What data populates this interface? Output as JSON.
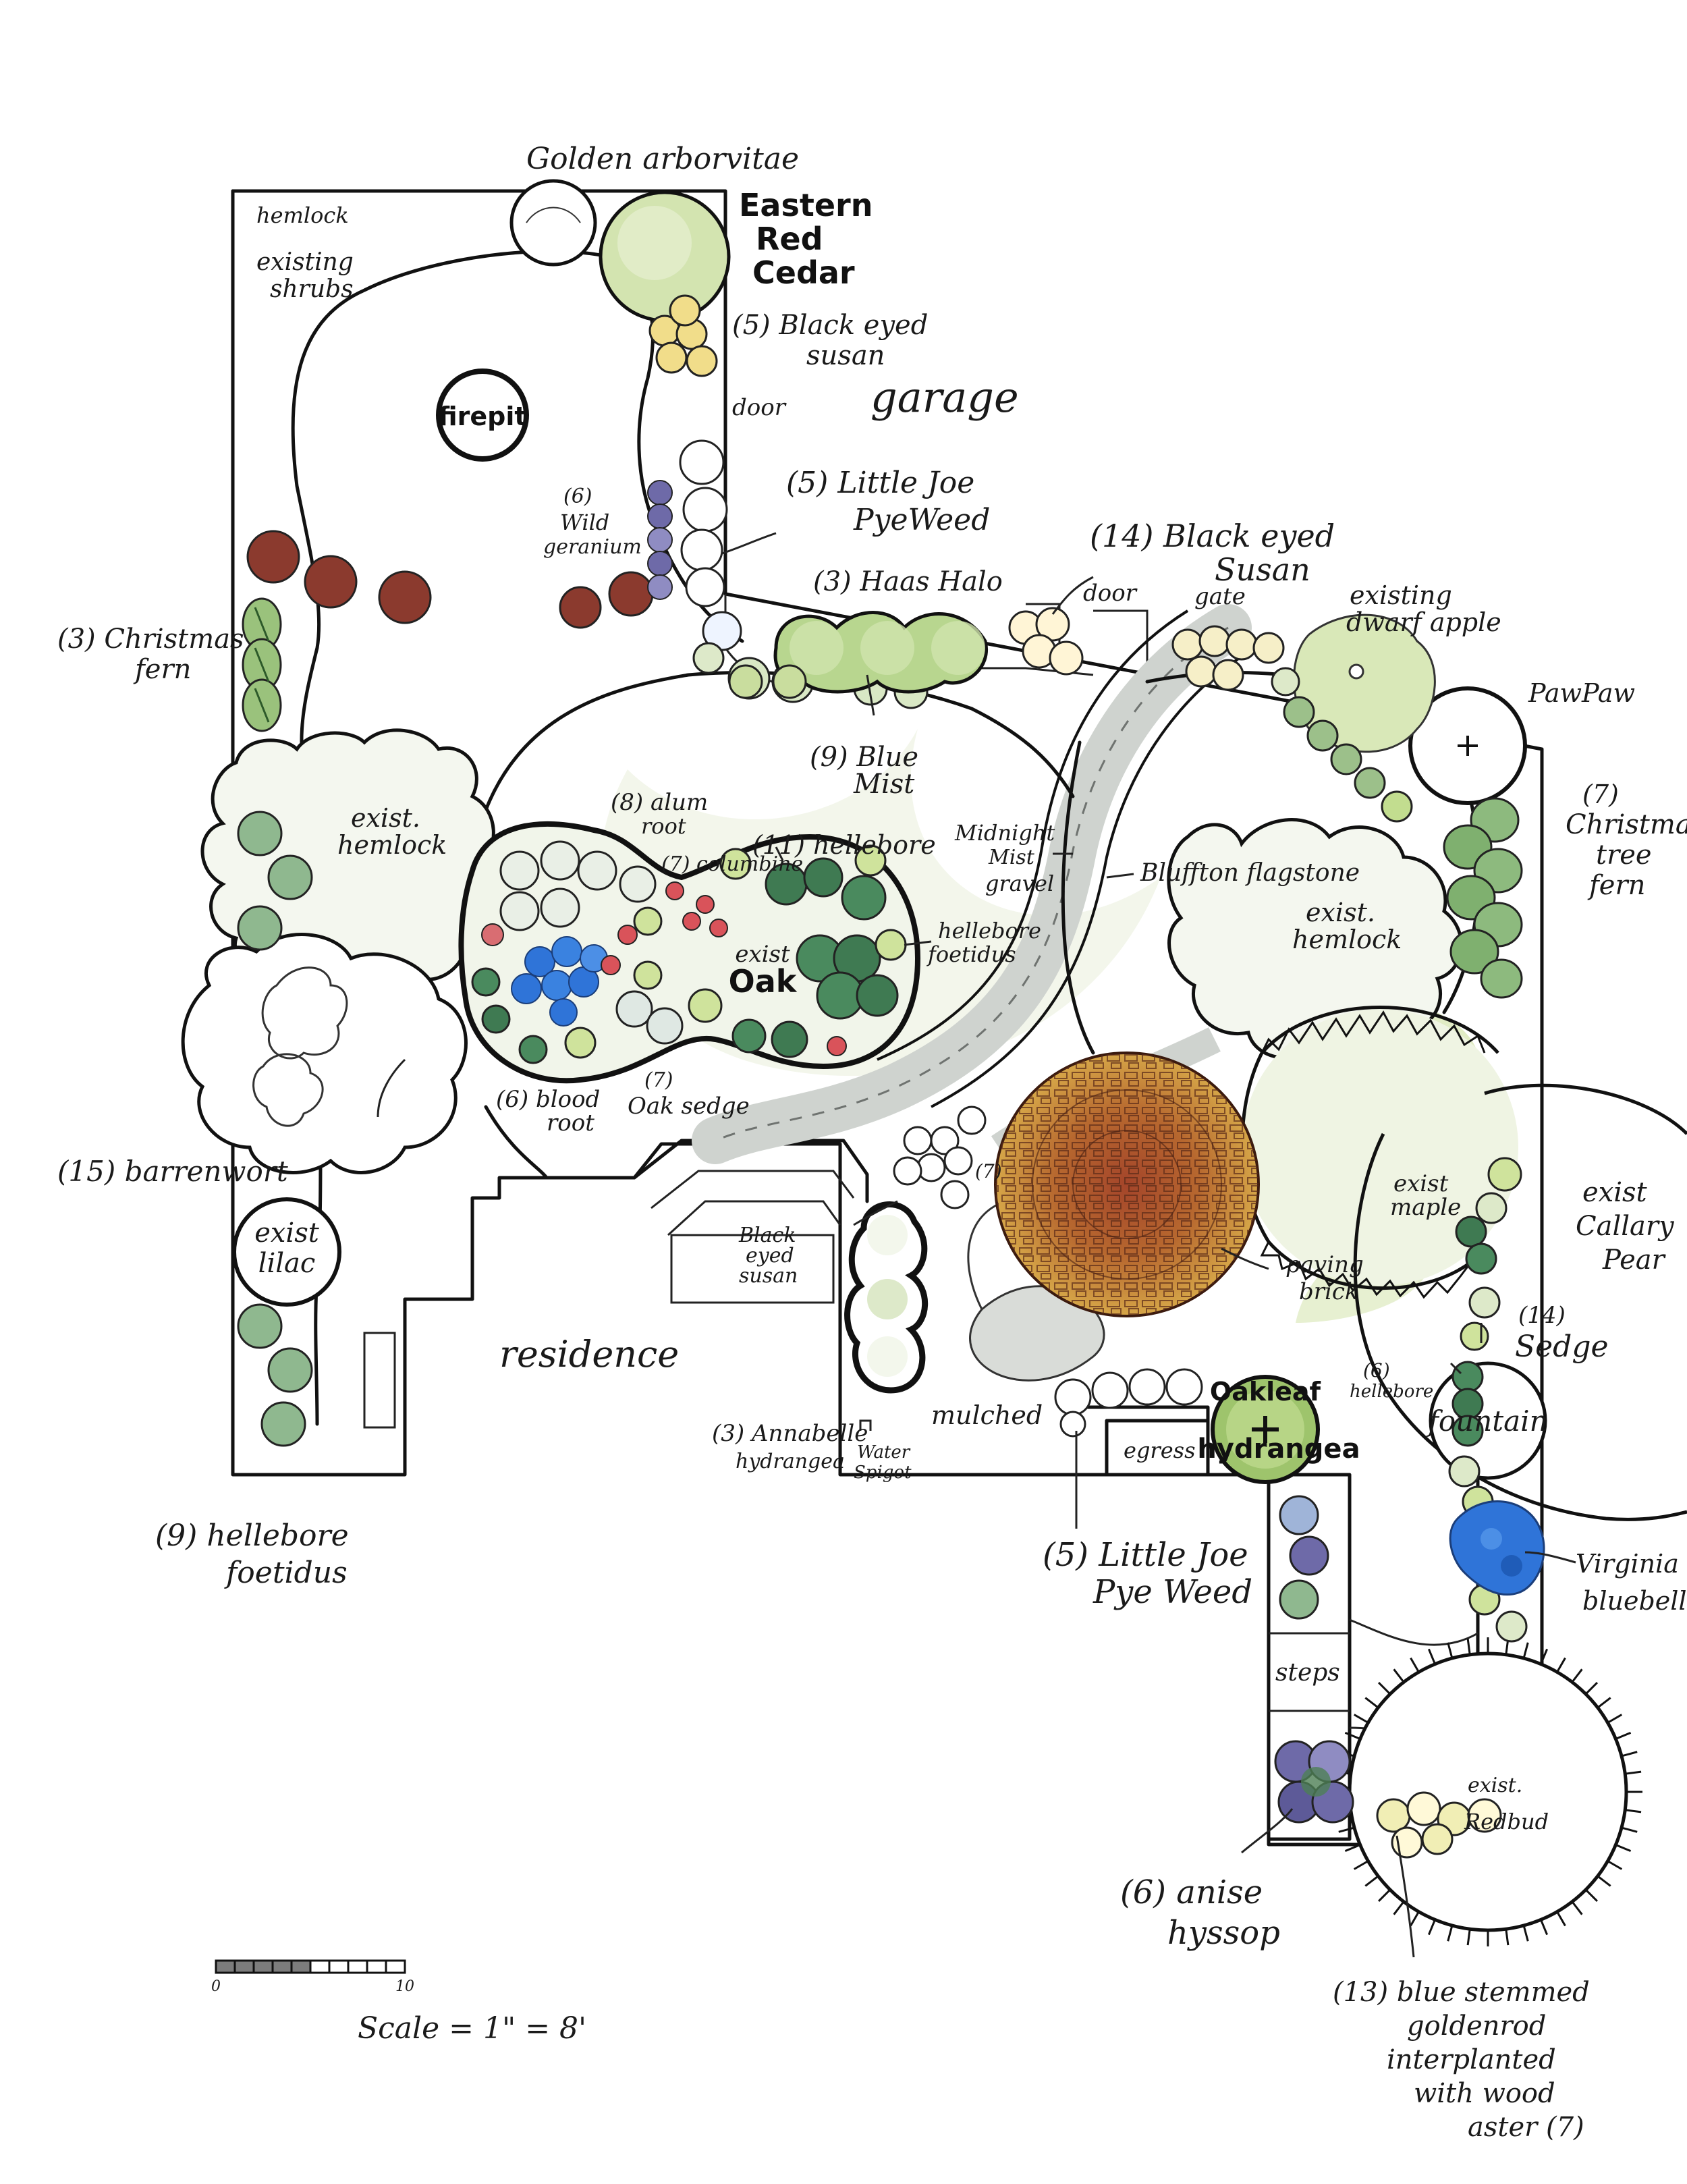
{
  "colors": {
    "ink": "#111111",
    "shrub_green": "#7fa57a",
    "dark_green": "#3f7a52",
    "pale_green": "#dde9c9",
    "lime": "#c9dd8e",
    "red_brown": "#8b3a2e",
    "purple": "#6e6aa8",
    "blue": "#2f74d8",
    "red": "#d9535a",
    "brick": "#b0602f",
    "yellow": "#f1dd8a",
    "flagstone": "#d3d6d2"
  },
  "labels": {
    "golden_arborvitae": "Golden arborvitae",
    "eastern_red_cedar_1": "Eastern",
    "eastern_red_cedar_2": "Red",
    "eastern_red_cedar_3": "Cedar",
    "hemlock_corner": "hemlock",
    "existing_shrubs_1": "existing",
    "existing_shrubs_2": "shrubs",
    "firepit": "firepit",
    "bes5_1": "(5) Black eyed",
    "bes5_2": "susan",
    "door_garage": "door",
    "garage": "garage",
    "wild_geranium_1": "(6)",
    "wild_geranium_2": "Wild",
    "wild_geranium_3": "geranium",
    "ljpw_top_1": "(5) Little Joe",
    "ljpw_top_2": "PyeWeed",
    "bes14_1": "(14)  Black eyed",
    "bes14_2": "Susan",
    "haas_halo": "(3) Haas Halo",
    "door_2": "door",
    "gate": "gate",
    "dwarf_apple_1": "existing",
    "dwarf_apple_2": "dwarf apple",
    "christmas_fern_1": "(3)  Christmas",
    "christmas_fern_2": "fern",
    "pawpaw": "PawPaw",
    "blue_mist_1": "(9)  Blue",
    "blue_mist_2": "Mist",
    "exist_hemlock_w_1": "exist.",
    "exist_hemlock_w_2": "hemlock",
    "alum_root_1": "(8) alum",
    "alum_root_2": "root",
    "columbine": "(7) columbine",
    "hellebore11": "(11)  hellebore",
    "midnight_mist_1": "Midnight",
    "midnight_mist_2": "Mist",
    "midnight_mist_3": "gravel",
    "bluffton_flagstone": "Bluffton flagstone",
    "xmas_tree_fern_1": "(7)",
    "xmas_tree_fern_2": "Christmas",
    "xmas_tree_fern_3": "tree",
    "xmas_tree_fern_4": "fern",
    "exist_oak_1": "exist",
    "exist_oak_2": "Oak",
    "hellebore_foetidus_mid_1": "hellebore",
    "hellebore_foetidus_mid_2": "foetidus",
    "exist_hemlock_e_1": "exist.",
    "exist_hemlock_e_2": "hemlock",
    "bloodroot_1": "(6) blood",
    "bloodroot_2": "root",
    "oak_sedge_1": "(7)",
    "oak_sedge_2": "Oak sedge",
    "barrenwort": "(15)  barrenwort",
    "exist_lilac_1": "exist",
    "exist_lilac_2": "lilac",
    "bes_small_1": "Black",
    "bes_small_2": "eyed",
    "bes_small_3": "susan",
    "bes_small_count": "(7)",
    "exist_maple_1": "exist",
    "exist_maple_2": "maple",
    "callary_pear_1": "exist",
    "callary_pear_2": "Callary",
    "callary_pear_3": "Pear",
    "paving_brick_1": "paving",
    "paving_brick_2": "brick",
    "sedge14_1": "(14)",
    "sedge14_2": "Sedge",
    "residence": "residence",
    "oakleaf_1": "Oakleaf",
    "oakleaf_2": "hydrangea",
    "hellebore6_1": "(6)",
    "hellebore6_2": "hellebore",
    "fountain": "fountain",
    "annabelle_1": "(3) Annabelle",
    "annabelle_2": "hydrangea",
    "mulched": "mulched",
    "water_spigot_1": "Water",
    "water_spigot_2": "Spigot",
    "egress": "egress",
    "hellebore9_1": "(9)  hellebore",
    "hellebore9_2": "foetidus",
    "ljpw_bottom_1": "(5) Little Joe",
    "ljpw_bottom_2": "Pye Weed",
    "virginia_bluebell_1": "Virginia",
    "virginia_bluebell_2": "bluebell",
    "steps": "steps",
    "redbud_1": "exist.",
    "redbud_2": "Redbud",
    "anise_hyssop_1": "(6)  anise",
    "anise_hyssop_2": "hyssop",
    "goldenrod_1": "(13) blue stemmed",
    "goldenrod_2": "goldenrod",
    "goldenrod_3": "interplanted",
    "goldenrod_4": "with wood",
    "goldenrod_5": "aster (7)",
    "scale": "Scale = 1\" = 8'",
    "scale_zero": "0",
    "scale_ten": "10"
  }
}
